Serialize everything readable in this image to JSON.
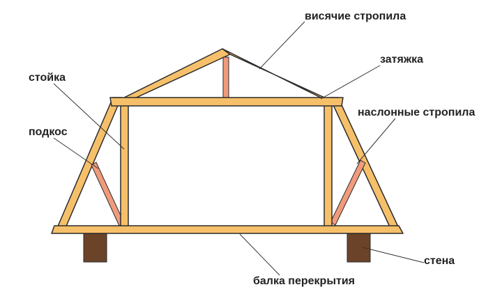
{
  "labels": {
    "hanging_rafters": "висячие стропила",
    "tie": "затяжка",
    "post": "стойка",
    "sloped_rafters": "наслонные стропила",
    "strut": "подкос",
    "wall": "стена",
    "floor_beam": "балка перекрытия"
  },
  "colors": {
    "timber": "#f6c06a",
    "timber_outline": "#2b2b2b",
    "inner_member": "#f09b7c",
    "wall": "#6b4328",
    "leader": "#333333",
    "text": "#222222"
  }
}
